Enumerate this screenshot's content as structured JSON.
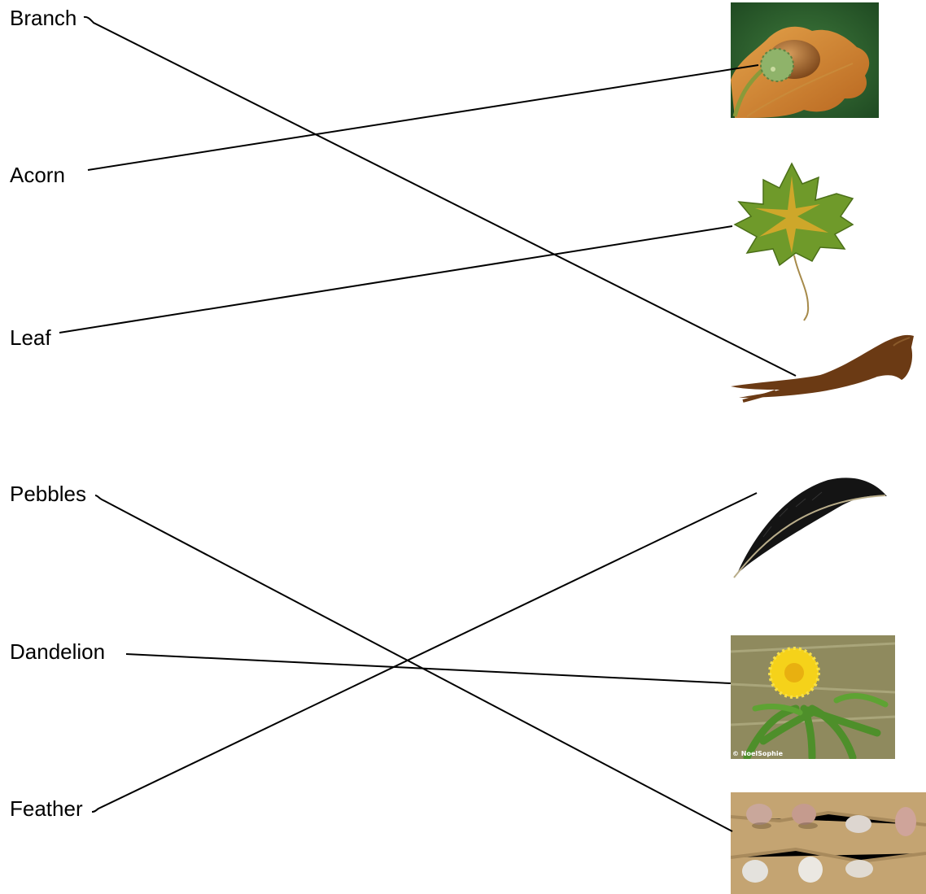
{
  "words": {
    "branch": "Branch",
    "acorn": "Acorn",
    "leaf": "Leaf",
    "pebbles": "Pebbles",
    "dandelion": "Dandelion",
    "feather": "Feather"
  },
  "images": {
    "acorn": "acorn-photo",
    "maple_leaf": "maple-leaf",
    "branch": "branch",
    "feather": "feather",
    "dandelion": "dandelion-photo",
    "pebbles": "pebbles-photo"
  },
  "dandelion_credit": "© NoelSophie",
  "matches": [
    {
      "word": "Branch",
      "picture": "branch"
    },
    {
      "word": "Acorn",
      "picture": "acorn"
    },
    {
      "word": "Leaf",
      "picture": "leaf"
    },
    {
      "word": "Pebbles",
      "picture": "pebbles"
    },
    {
      "word": "Dandelion",
      "picture": "dandelion"
    },
    {
      "word": "Feather",
      "picture": "feather"
    }
  ]
}
